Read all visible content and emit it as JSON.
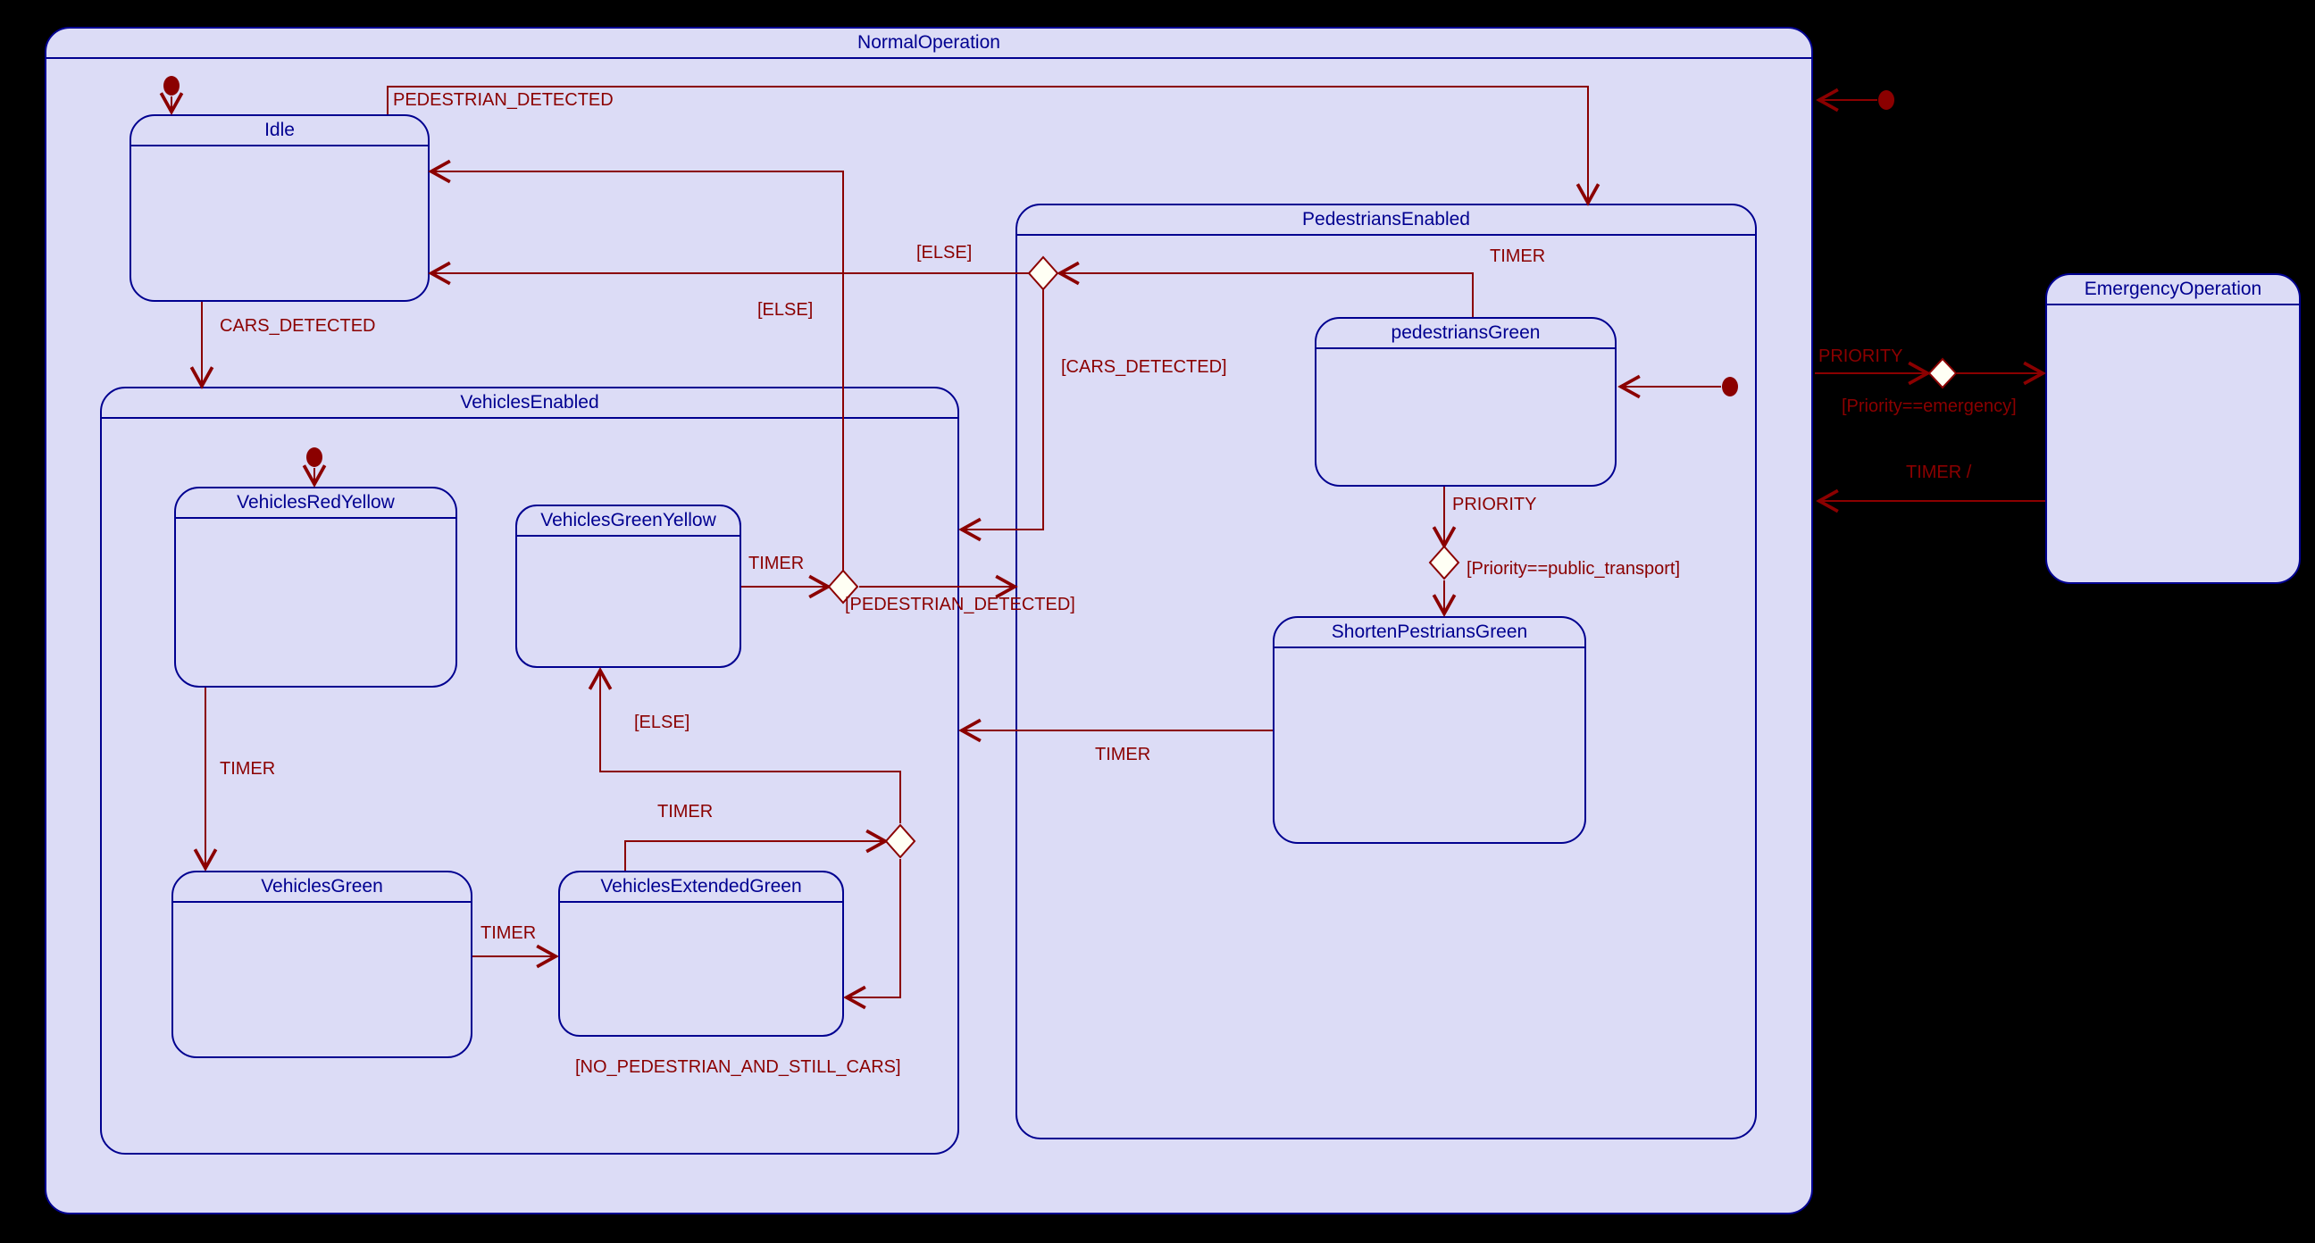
{
  "diagram": {
    "type": "uml-statechart",
    "colors": {
      "background": "#000000",
      "state_fill": "#dcdcf6",
      "state_border": "#000090",
      "transition": "#8b0000",
      "choice_fill": "#fffff4"
    },
    "states": {
      "normalOperation": "NormalOperation",
      "idle": "Idle",
      "vehiclesEnabled": "VehiclesEnabled",
      "vehiclesRedYellow": "VehiclesRedYellow",
      "vehiclesGreenYellow": "VehiclesGreenYellow",
      "vehiclesGreen": "VehiclesGreen",
      "vehiclesExtendedGreen": "VehiclesExtendedGreen",
      "pedestriansEnabled": "PedestriansEnabled",
      "pedestriansGreen": "pedestriansGreen",
      "shortenPestriansGreen": "ShortenPestriansGreen",
      "emergencyOperation": "EmergencyOperation"
    },
    "labels": {
      "pedestrian_detected": "PEDESTRIAN_DETECTED",
      "cars_detected": "CARS_DETECTED",
      "timer_from_pedestrians_green": "TIMER",
      "else_choice_pedestrians": "[ELSE]",
      "cars_detected_guard": "[CARS_DETECTED]",
      "else_choice_vehicles": "[ELSE]",
      "timer_from_green_yellow": "TIMER",
      "pedestrian_detected_guard": "[PEDESTRIAN_DETECTED]",
      "timer_from_shorten": "TIMER",
      "priority_from_pedestrians_green": "PRIORITY",
      "priority_public_transport_guard": "[Priority==public_transport]",
      "timer_red_yellow_to_green": "TIMER",
      "timer_green_to_extended": "TIMER",
      "timer_extended_to_choice": "TIMER",
      "else_to_green_yellow": "[ELSE]",
      "no_pedestrian_guard": "[NO_PEDESTRIAN_AND_STILL_CARS]",
      "priority_to_emergency": "PRIORITY",
      "priority_emergency_guard": "[Priority==emergency]",
      "timer_from_emergency": "TIMER /"
    }
  }
}
